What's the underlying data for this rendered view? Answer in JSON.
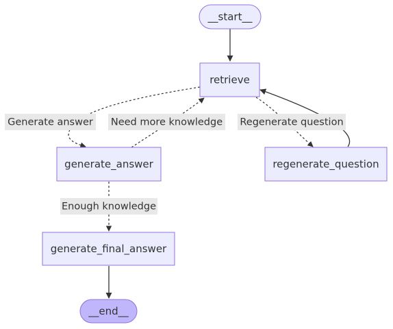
{
  "colors": {
    "node_fill": "#ECECFF",
    "node_stroke": "#9370DB",
    "end_fill": "#BFB6FC",
    "edge": "#333333",
    "edge_label_bg": "#E8E8E8",
    "text": "#333333"
  },
  "nodes": {
    "start": "__start__",
    "retrieve": "retrieve",
    "generate_answer": "generate_answer",
    "regenerate_question": "regenerate_question",
    "generate_final_answer": "generate_final_answer",
    "end": "__end__"
  },
  "edges": {
    "retrieve_to_generate_answer": "Generate answer",
    "generate_answer_to_retrieve": "Need more knowledge",
    "retrieve_to_regenerate_question": "Regenerate question",
    "generate_answer_to_generate_final_answer": "Enough knowledge"
  }
}
